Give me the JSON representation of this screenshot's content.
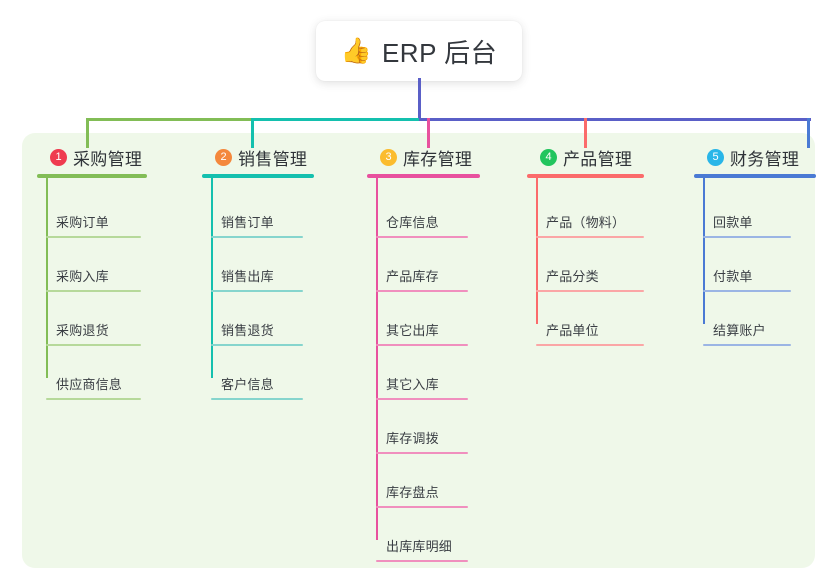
{
  "diagram": {
    "title": "ERP 后台",
    "root": {
      "icon": "thumbs-up-icon",
      "emoji": "👍",
      "label": "ERP 后台"
    },
    "panel_color": "#eff8e9",
    "branches": [
      {
        "index": "1",
        "label": "采购管理",
        "badge_color": "#ef3b4f",
        "line_color": "#82bd56",
        "leaf_color": "#b6d99a",
        "items": [
          "采购订单",
          "采购入库",
          "采购退货",
          "供应商信息"
        ]
      },
      {
        "index": "2",
        "label": "销售管理",
        "badge_color": "#f4883c",
        "line_color": "#14c0ae",
        "leaf_color": "#86d5cd",
        "items": [
          "销售订单",
          "销售出库",
          "销售退货",
          "客户信息"
        ]
      },
      {
        "index": "3",
        "label": "库存管理",
        "badge_color": "#fbbc2e",
        "line_color": "#e8519e",
        "leaf_color": "#f08fbe",
        "items": [
          "仓库信息",
          "产品库存",
          "其它出库",
          "其它入库",
          "库存调拨",
          "库存盘点",
          "出库库明细"
        ]
      },
      {
        "index": "4",
        "label": "产品管理",
        "badge_color": "#22c55e",
        "line_color": "#fb6b6b",
        "leaf_color": "#fba6a6",
        "items": [
          "产品（物料）",
          "产品分类",
          "产品单位"
        ]
      },
      {
        "index": "5",
        "label": "财务管理",
        "badge_color": "#29b6e8",
        "line_color": "#4a7ad4",
        "leaf_color": "#9bb5e4",
        "items": [
          "回款单",
          "付款单",
          "结算账户"
        ]
      }
    ],
    "trunk": {
      "color": "#5a5fc7",
      "bar_segments": [
        {
          "color": "#82bd56"
        },
        {
          "color": "#14c0ae"
        },
        {
          "color": "#5a5fc7"
        }
      ]
    }
  }
}
